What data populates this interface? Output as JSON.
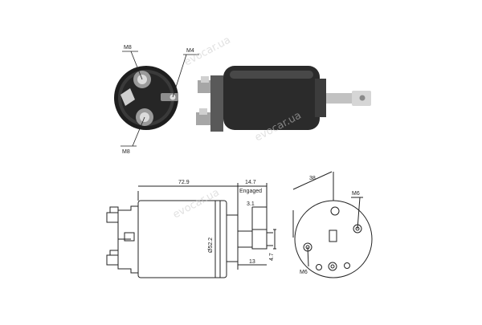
{
  "photo_labels": {
    "top_thread": "M8",
    "side_thread": "M4",
    "bottom_thread": "M8"
  },
  "side_view": {
    "length_total": "72.9",
    "engaged_travel": "14.7",
    "engaged_label": "Engaged",
    "plunger_offset": "3.1",
    "diameter": "Ø52.2",
    "plunger_length": "13",
    "plunger_width": "4.7"
  },
  "end_view": {
    "width": "38",
    "top_thread": "M6",
    "bottom_thread": "M6"
  },
  "watermark": "evocar.ua",
  "colors": {
    "line": "#222222",
    "body_dark": "#2b2b2b",
    "metal": "#bdbdbd",
    "watermark": "#c9c9c9"
  }
}
